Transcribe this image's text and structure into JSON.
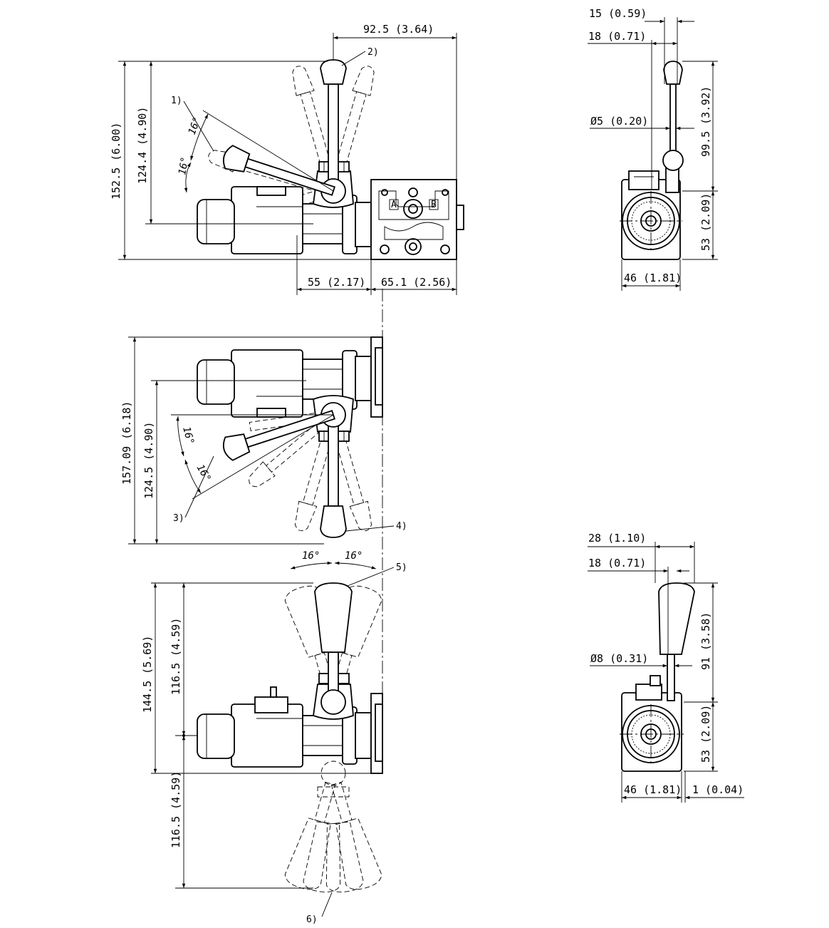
{
  "top_front": {
    "width_top": "92.5 (3.64)",
    "height_total": "152.5 (6.00)",
    "height_axis": "124.4 (4.90)",
    "width_left": "55 (2.17)",
    "width_right": "65.1 (2.56)",
    "angle_1": "16°",
    "angle_2": "16°",
    "port_a": "A",
    "port_b": "B",
    "ref_1": "1)",
    "ref_2": "2)"
  },
  "top_side": {
    "dim_15": "15 (0.59)",
    "dim_18": "18 (0.71)",
    "dim_dia": "Ø5 (0.20)",
    "dim_99": "99.5 (3.92)",
    "dim_53": "53 (2.09)",
    "dim_46": "46 (1.81)"
  },
  "middle_front": {
    "height_total": "157.09 (6.18)",
    "height_axis": "124.5 (4.90)",
    "angle_1": "16°",
    "angle_2": "16°",
    "ref_3": "3)",
    "ref_4": "4)"
  },
  "bottom_front": {
    "angle_left": "16°",
    "angle_right": "16°",
    "height_total": "144.5 (5.69)",
    "height_upper": "116.5 (4.59)",
    "height_lower": "116.5 (4.59)",
    "ref_5": "5)",
    "ref_6": "6)"
  },
  "bottom_side": {
    "dim_28": "28 (1.10)",
    "dim_18": "18 (0.71)",
    "dim_dia": "Ø8 (0.31)",
    "dim_91": "91 (3.58)",
    "dim_53": "53 (2.09)",
    "dim_46": "46 (1.81)",
    "dim_1": "1 (0.04)"
  }
}
